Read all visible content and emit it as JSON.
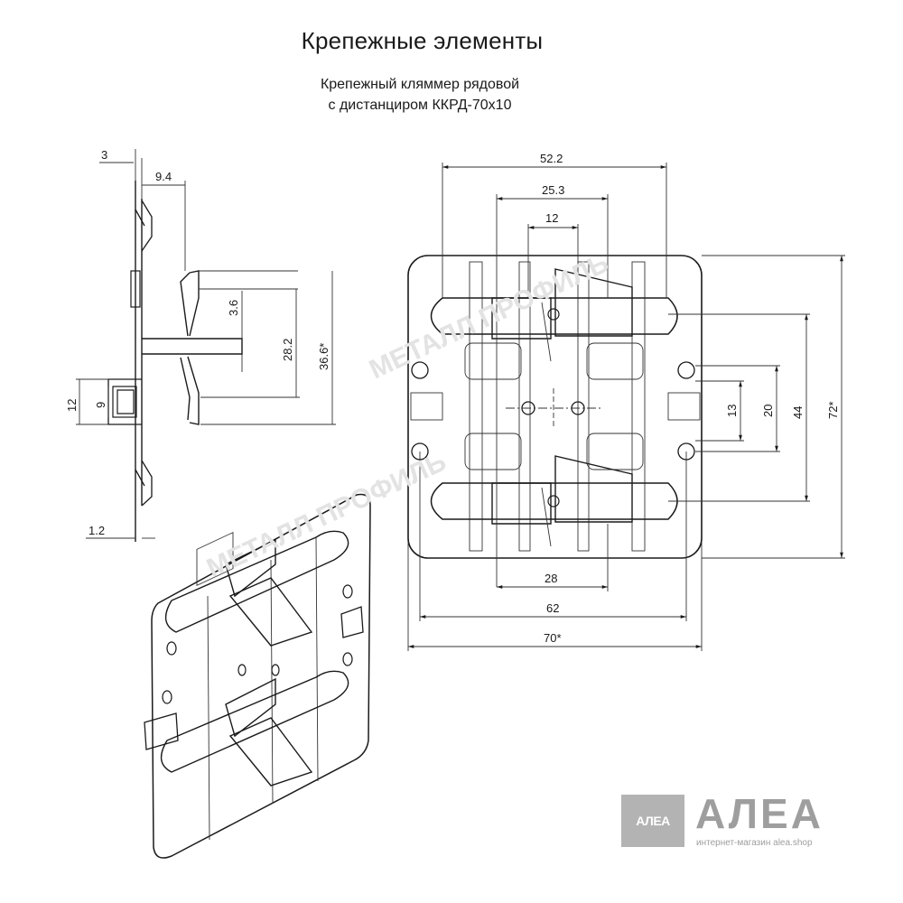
{
  "header": {
    "title": "Крепежные элементы",
    "subtitle_line1": "Крепежный кляммер рядовой",
    "subtitle_line2": "с дистанциром ККРД-70х10"
  },
  "side_view_dims": {
    "d3": "3",
    "d9_4": "9.4",
    "d3_6": "3.6",
    "d28_2": "28.2",
    "d36_6": "36.6*",
    "d12": "12",
    "d9": "9",
    "d1_2": "1.2"
  },
  "top_view_dims": {
    "d52_2": "52.2",
    "d25_3": "25.3",
    "d12": "12",
    "d13": "13",
    "d20": "20",
    "d44": "44",
    "d72": "72*",
    "d28": "28",
    "d62": "62",
    "d70": "70*"
  },
  "watermarks": {
    "diagram": "МЕТАЛЛ ПРОФИЛЬ"
  },
  "brand": {
    "logo_mark": "АЛЕА",
    "name": "АЛЕА",
    "tagline": "интернет-магазин alea.shop"
  }
}
